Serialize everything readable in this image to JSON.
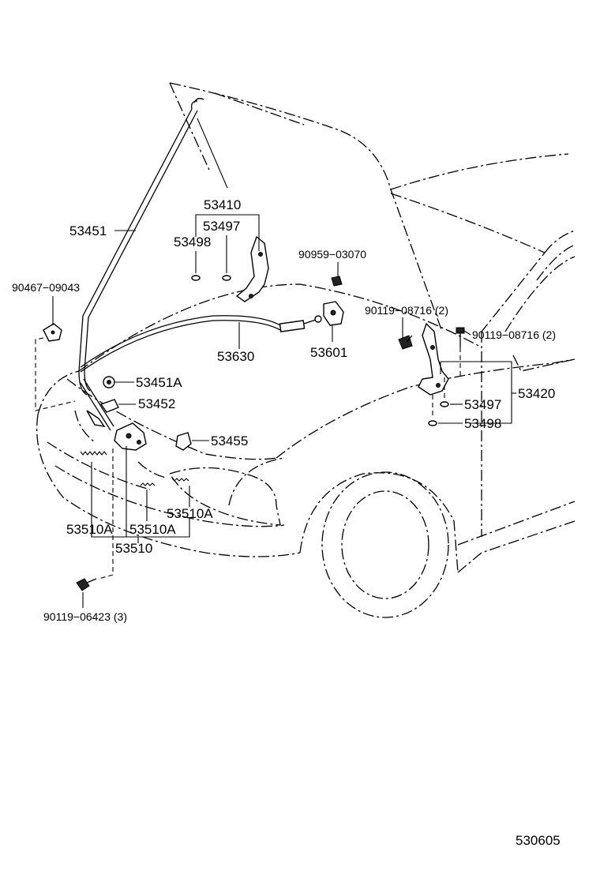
{
  "diagram": {
    "labels": {
      "p53410": "53410",
      "p53497_top": "53497",
      "p53498_top": "53498",
      "p53451": "53451",
      "p90467": "90467−09043",
      "p90959": "90959−03070",
      "p53601": "53601",
      "p53630": "53630",
      "p90119_08716_a": "90119−08716 (2)",
      "p90119_08716_b": "90119−08716 (2)",
      "p53451A": "53451A",
      "p53452": "53452",
      "p53455": "53455",
      "p53420": "53420",
      "p53497_bot": "53497",
      "p53498_bot": "53498",
      "p53510A_right": "53510A",
      "p53510A_left": "53510A",
      "p53510A_mid": "53510A",
      "p53510": "53510",
      "p90119_06423": "90119−06423 (3)",
      "diagram_code": "530605"
    }
  }
}
